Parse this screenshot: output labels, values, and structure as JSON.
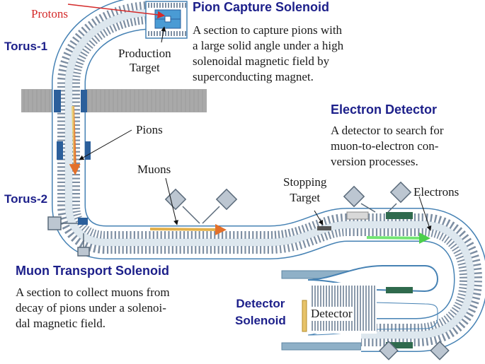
{
  "colors": {
    "heading": "#1c1f8a",
    "protons": "#d42a2a",
    "pipe_fill": "#ffffff",
    "pipe_outline": "#3f7fb4",
    "coil": "#7e8fa3",
    "shield": "#a9a9a9",
    "flux_yellow": "#e8b23a",
    "flux_orange": "#e3702a",
    "flux_green": "#6de36d",
    "magnet_blue": "#2b5f9b",
    "magnet_green": "#2f6a4d"
  },
  "labels": {
    "protons": "Protons",
    "torus1": "Torus-1",
    "torus2": "Torus-2",
    "production_target": "Production\nTarget",
    "pions": "Pions",
    "muons": "Muons",
    "stopping_target": "Stopping\nTarget",
    "electrons": "Electrons",
    "detector": "Detector",
    "detector_solenoid": "Detector\nSolenoid"
  },
  "sections": {
    "pion_capture": {
      "title": "Pion Capture Solenoid",
      "description": "A section to capture pions with\na large solid angle under a high\nsolenoidal magnetic field by\nsuperconducting magnet."
    },
    "electron_detector": {
      "title": "Electron Detector",
      "description": "A detector to search for\nmuon-to-electron con-\nversion processes."
    },
    "muon_transport": {
      "title": "Muon Transport Solenoid",
      "description": "A section to collect muons from\ndecay of pions under a solenoi-\ndal magnetic field."
    }
  }
}
